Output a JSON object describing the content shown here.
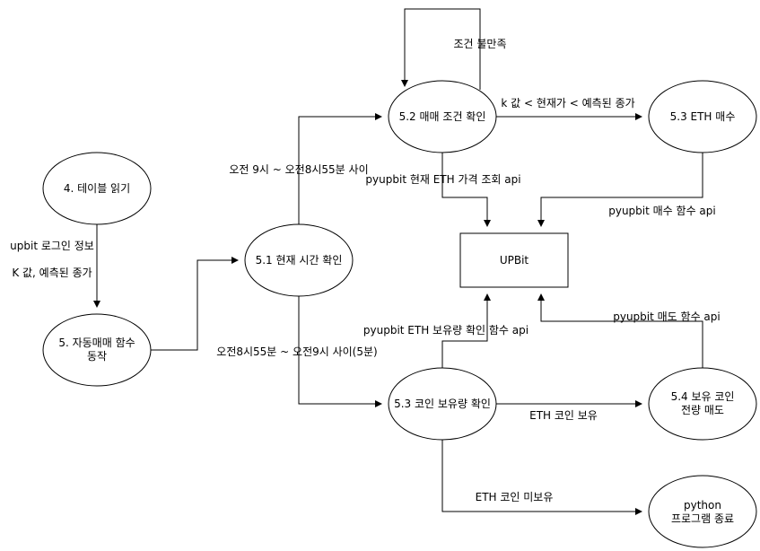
{
  "nodes": {
    "read_table": {
      "label": [
        "4. 테이블 읽기"
      ]
    },
    "auto_trade": {
      "label": [
        "5. 자동매매 함수",
        "동작"
      ]
    },
    "check_time": {
      "label": [
        "5.1 현재 시간 확인"
      ]
    },
    "check_condition": {
      "label": [
        "5.2 매매 조건 확인"
      ]
    },
    "buy_eth": {
      "label": [
        "5.3 ETH 매수"
      ]
    },
    "upbit": {
      "label": [
        "UPBit"
      ]
    },
    "check_holdings": {
      "label": [
        "5.3 코인 보유량 확인"
      ]
    },
    "sell_coin": {
      "label": [
        "5.4 보유 코인",
        "전량 매도"
      ]
    },
    "exit_program": {
      "label": [
        "python",
        "프로그램 종료"
      ]
    }
  },
  "edges": {
    "login_info": "upbit 로그인 정보",
    "k_value": "K 값, 예측된 종가",
    "time_window_trade": "오전 9시 ~ 오전8시55분 사이",
    "time_window_check": "오전8시55분 ~ 오전9시 사이(5분)",
    "condition_unmet": "조건 불만족",
    "buy_condition": "k 값 < 현재가 < 예측된 종가",
    "price_api": "pyupbit 현재 ETH 가격 조회 api",
    "buy_api": "pyupbit 매수 함수 api",
    "holdings_api": "pyupbit ETH 보유량  확인 함수 api",
    "sell_api": "pyupbit 매도 함수 api",
    "eth_held": "ETH 코인 보유",
    "eth_not_held": "ETH 코인 미보유"
  }
}
